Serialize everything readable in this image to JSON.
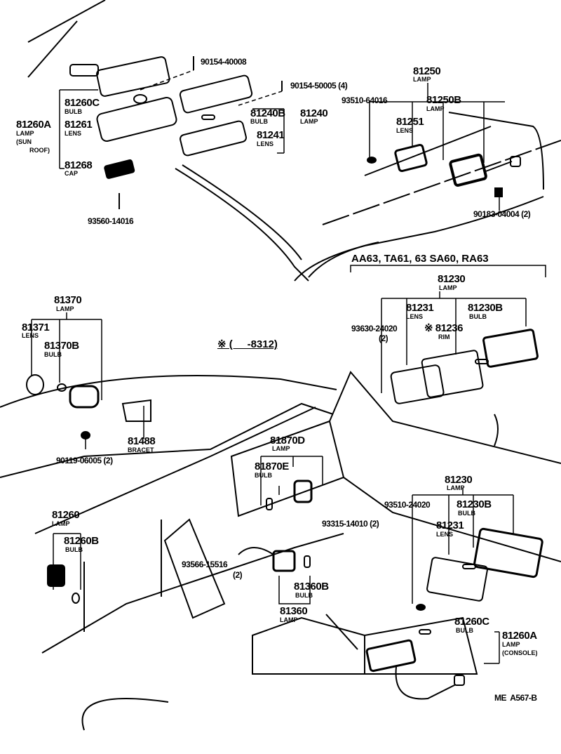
{
  "diagram": {
    "model_header": "AA63, TA61, 63 SA60, RA63",
    "note": "※ (     -8312)",
    "footer_code": "ME  A567-B",
    "callouts": [
      {
        "id": "c1",
        "part": "90154-40008"
      },
      {
        "id": "c2",
        "part": "90154-50005 (4)"
      },
      {
        "id": "c3",
        "part": "81250",
        "desc": "LAMP"
      },
      {
        "id": "c4",
        "part": "93510-64016"
      },
      {
        "id": "c5",
        "part": "81250B",
        "desc": "LAMP"
      },
      {
        "id": "c6",
        "part": "81260C",
        "desc": "BULB"
      },
      {
        "id": "c7",
        "part": "81240B",
        "desc": "BULB"
      },
      {
        "id": "c8",
        "part": "81240",
        "desc": "LAMP"
      },
      {
        "id": "c9",
        "part": "81260A",
        "desc": "LAMP",
        "desc2": "(SUN",
        "desc3": "ROOF)"
      },
      {
        "id": "c10",
        "part": "81261",
        "desc": "LENS"
      },
      {
        "id": "c11",
        "part": "81251",
        "desc": "LENS"
      },
      {
        "id": "c12",
        "part": "81241",
        "desc": "LENS"
      },
      {
        "id": "c13",
        "part": "81268",
        "desc": "CAP"
      },
      {
        "id": "c14",
        "part": "90183-04004 (2)"
      },
      {
        "id": "c15",
        "part": "93560-14016"
      },
      {
        "id": "c16",
        "part": "81230",
        "desc": "LAMP"
      },
      {
        "id": "c17",
        "part": "81231",
        "desc": "LENS"
      },
      {
        "id": "c18",
        "part": "81230B",
        "desc": "BULB"
      },
      {
        "id": "c19",
        "part": "93630-24020",
        "desc": "(2)"
      },
      {
        "id": "c20",
        "part": "※ 81236",
        "desc": "RIM"
      },
      {
        "id": "c21",
        "part": "81370",
        "desc": "LAMP"
      },
      {
        "id": "c22",
        "part": "81371",
        "desc": "LENS"
      },
      {
        "id": "c23",
        "part": "81370B",
        "desc": "BULB"
      },
      {
        "id": "c24",
        "part": "81488",
        "desc": "BRACET"
      },
      {
        "id": "c25",
        "part": "90119-06005 (2)"
      },
      {
        "id": "c26",
        "part": "81870D",
        "desc": "LAMP"
      },
      {
        "id": "c27",
        "part": "81870E",
        "desc": "BULB"
      },
      {
        "id": "c28",
        "part": "81230",
        "desc": "LAMP"
      },
      {
        "id": "c29",
        "part": "93510-24020"
      },
      {
        "id": "c30",
        "part": "81230B",
        "desc": "BULB"
      },
      {
        "id": "c31",
        "part": "81231",
        "desc": "LENS"
      },
      {
        "id": "c32",
        "part": "81260",
        "desc": "LAMP"
      },
      {
        "id": "c33",
        "part": "81260B",
        "desc": "BULB"
      },
      {
        "id": "c34",
        "part": "93315-14010 (2)"
      },
      {
        "id": "c35",
        "part": "93566-15516",
        "desc": "(2)"
      },
      {
        "id": "c36",
        "part": "81360B",
        "desc": "BULB"
      },
      {
        "id": "c37",
        "part": "81360",
        "desc": "LAMP"
      },
      {
        "id": "c38",
        "part": "81260C",
        "desc": "BULB"
      },
      {
        "id": "c39",
        "part": "81260A",
        "desc": "LAMP",
        "desc2": "(CONSOLE)"
      }
    ]
  }
}
